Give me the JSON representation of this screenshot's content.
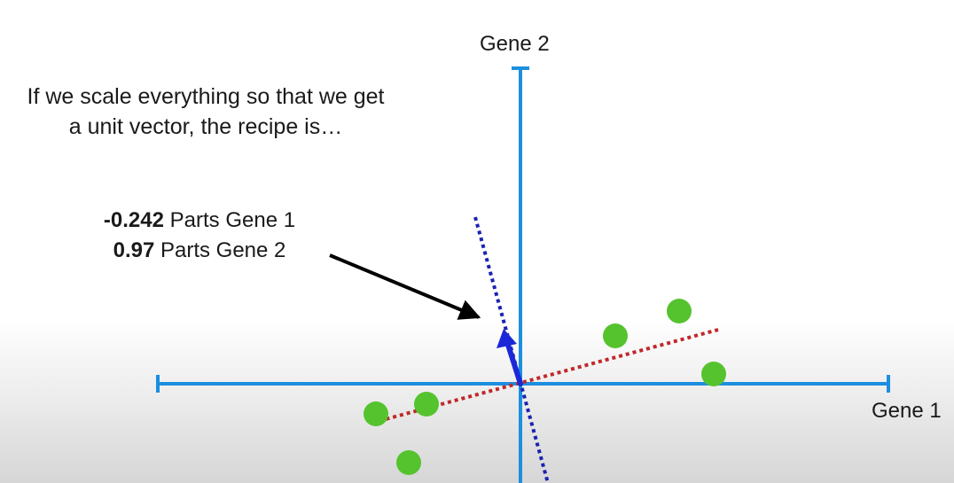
{
  "caption": "If we scale everything so that we get a unit vector, the recipe is…",
  "recipe": [
    {
      "amount": "-0.242",
      "text": " Parts Gene 1"
    },
    {
      "amount": "0.97",
      "text": " Parts Gene 2"
    }
  ],
  "axes": {
    "x_label": "Gene 1",
    "y_label": "Gene 2"
  },
  "colors": {
    "axis": "#1b8fe0",
    "points": "#55c32e",
    "pc1_line": "#c0282a",
    "pc2_line": "#1a22b0",
    "unit_vector": "#1a28d8",
    "pointer_arrow": "#000000"
  }
}
